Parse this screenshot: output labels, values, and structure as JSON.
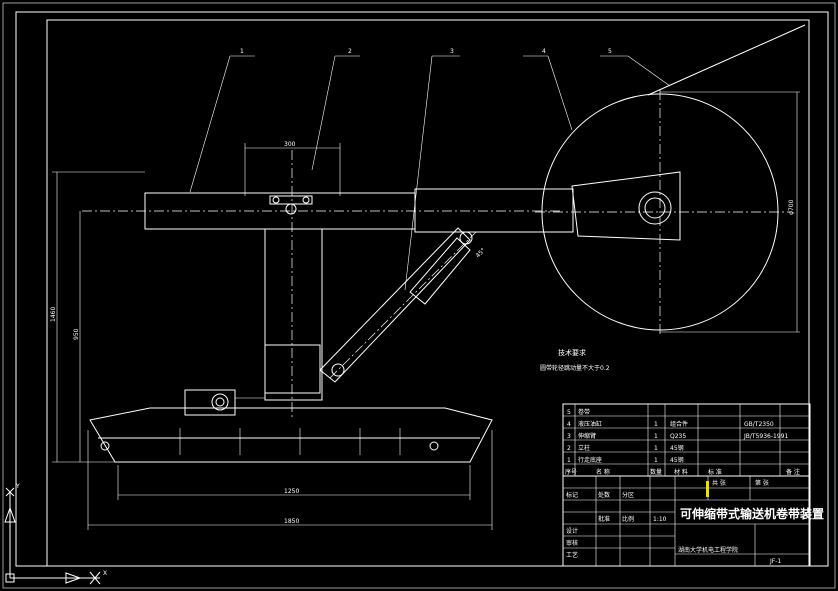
{
  "drawing": {
    "title": "可伸缩带式输送机卷带装置",
    "tech_req_title": "技术要求",
    "tech_req_line": "圆带轮径跳动量不大于0.2",
    "school_cell": "湖南大学机电工程学院",
    "sheet_code": "JF-1",
    "callouts": [
      "1",
      "2",
      "3",
      "4",
      "5"
    ],
    "dims": {
      "d_top": "300",
      "d_circle": "φ700",
      "d_h1": "1460",
      "d_h2": "950",
      "d_w1": "1250",
      "d_w2": "1850",
      "d_angle": "45°"
    },
    "bom_rows": [
      {
        "no": "5",
        "name": "卷带",
        "qty": "",
        "mat": "",
        "std": ""
      },
      {
        "no": "4",
        "name": "液压油缸",
        "qty": "1",
        "mat": "组合件",
        "std": "GB/T2350"
      },
      {
        "no": "3",
        "name": "伸缩臂",
        "qty": "1",
        "mat": "Q235",
        "std": "JB/T5936-1991"
      },
      {
        "no": "2",
        "name": "立柱",
        "qty": "1",
        "mat": "45钢",
        "std": ""
      },
      {
        "no": "1",
        "name": "行走底座",
        "qty": "1",
        "mat": "45钢",
        "std": ""
      }
    ],
    "bom_headers": [
      "序号",
      "名 称",
      "数量",
      "材 料",
      "标 准",
      "备 注"
    ],
    "title_cells": [
      "标记",
      "处数",
      "分区",
      "设计",
      "审核",
      "工艺",
      "批准",
      "比例",
      "1:10",
      "共 张",
      "第 张"
    ]
  },
  "ucs": {
    "x_label": "X",
    "y_label": "Y"
  }
}
